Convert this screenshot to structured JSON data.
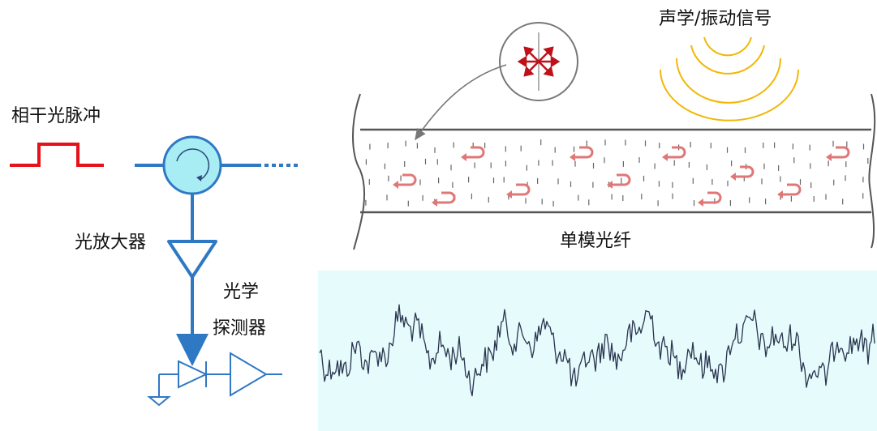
{
  "labels": {
    "coherent_pulse": "相干光脉冲",
    "optical_amplifier": "光放大器",
    "photodetector_line1": "光学",
    "photodetector_line2": "探测器",
    "acoustic_signal": "声学/振动信号",
    "single_mode_fiber": "单模光纤"
  },
  "colors": {
    "pulse": "#e8101a",
    "optical_path": "#2f78c4",
    "circulator_fill": "#a8ecf4",
    "fiber_outline": "#555555",
    "backscatter_arrow": "#e07777",
    "acoustic_wave": "#f2b705",
    "scatter_center": "#c0101a",
    "trace_background": "#e6fbfb",
    "trace_line": "#2a3550"
  },
  "icons": {
    "circulator": "circulator-icon",
    "amplifier": "amplifier-triangle-icon",
    "photodiode": "photodiode-icon",
    "ground": "ground-icon",
    "scatter": "rayleigh-scatter-icon",
    "backscatter": "u-turn-arrow-icon"
  }
}
